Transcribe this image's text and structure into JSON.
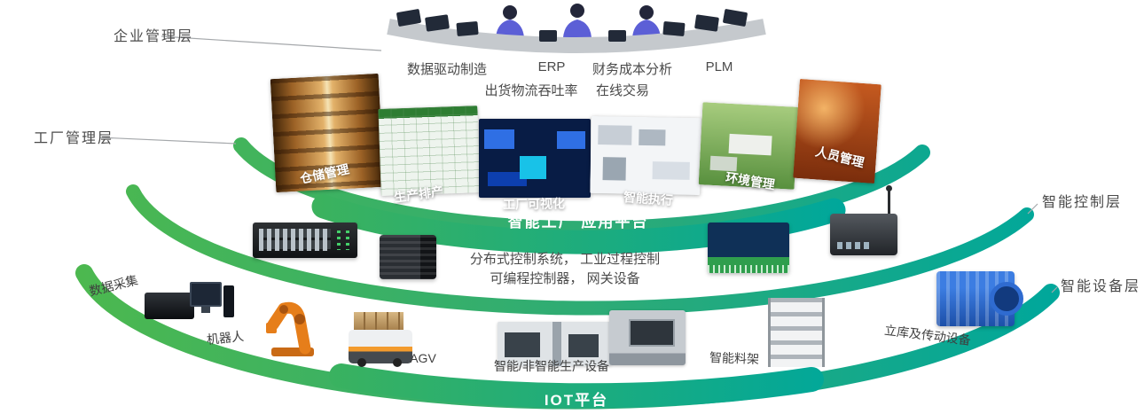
{
  "colors": {
    "green": "#45b44a",
    "teal": "#00a79b",
    "label_text": "#4a4a4a",
    "band_text": "#ffffff"
  },
  "layers": {
    "enterprise": {
      "label": "企业管理层"
    },
    "factory": {
      "label": "工厂管理层"
    },
    "control": {
      "label": "智能控制层"
    },
    "device": {
      "label": "智能设备层"
    }
  },
  "platform_bands": {
    "factory_app": "智能工厂 应用平台",
    "iot": "IOT平台"
  },
  "enterprise_functions": {
    "row1": [
      "数据驱动制造",
      "ERP",
      "财务成本分析",
      "PLM"
    ],
    "row2": [
      "出货物流吞吐率",
      "在线交易"
    ]
  },
  "factory_functions": [
    "仓储管理",
    "生产排产",
    "工厂可视化",
    "智能执行",
    "环境管理",
    "人员管理"
  ],
  "control_functions": {
    "line1": "分布式控制系统， 工业过程控制",
    "line2": "可编程控制器， 网关设备"
  },
  "device_items": [
    "数据采集",
    "机器人",
    "AGV",
    "智能/非智能生产设备",
    "智能料架",
    "立库及传动设备"
  ]
}
